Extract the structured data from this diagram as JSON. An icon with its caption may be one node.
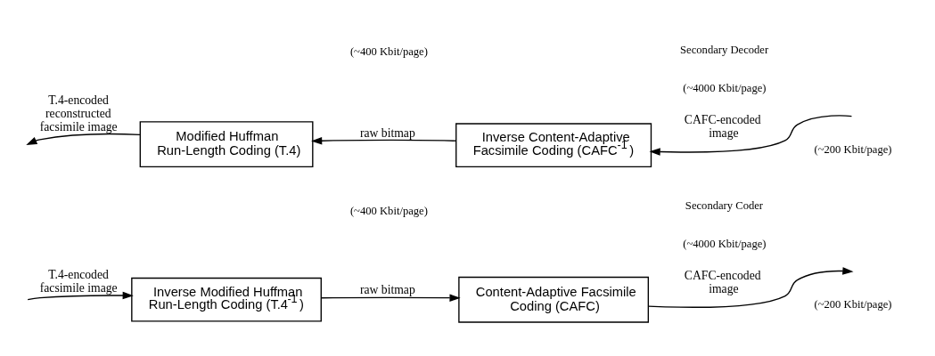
{
  "diagram": {
    "nodes": [
      {
        "text": [
          "Inverse Modified Huffman Run-Length Coding (T.4$^{-1}$)"
        ]
      },
      {
        "text": [
          "Content-Adaptive Facsimile Coding (CAFC)"
        ]
      },
      {
        "text": [
          "Modified Huffman Run-Length Coding (T.4)"
        ]
      },
      {
        "text": [
          "Inverse Content-Adaptive Facsimile Coding (CAFC$^{-1}$)"
        ]
      }
    ],
    "edges": [
      {
        "from": null,
        "to": 0,
        "arrow": "to",
        "label": "T.4-encoded facsimile image"
      },
      {
        "from": 0,
        "to": 1,
        "arrow": "to",
        "label": "raw bitmap"
      },
      {
        "from": 1,
        "to": null,
        "arrow": "to",
        "label": "CAFC-encoded image"
      },
      {
        "from": null,
        "to": 3,
        "arrow": "to",
        "label": "CAFC-encoded image"
      },
      {
        "from": 3,
        "to": 2,
        "arrow": "to",
        "label": "raw bitmap"
      },
      {
        "from": 2,
        "to": null,
        "arrow": "to",
        "label": "T.4-encoded reconstructed facsimile image"
      }
    ],
    "labels": [
      "(~400 Kbit/page)",
      "(~4000 Kbit/page)",
      "(~200 Kbit/page)",
      "Secondary Coder",
      "(~400 Kbit/page)",
      "(~4000 Kbit/page)",
      "(~200 Kbit/page)",
      "Secondary Decoder"
    ]
  }
}
